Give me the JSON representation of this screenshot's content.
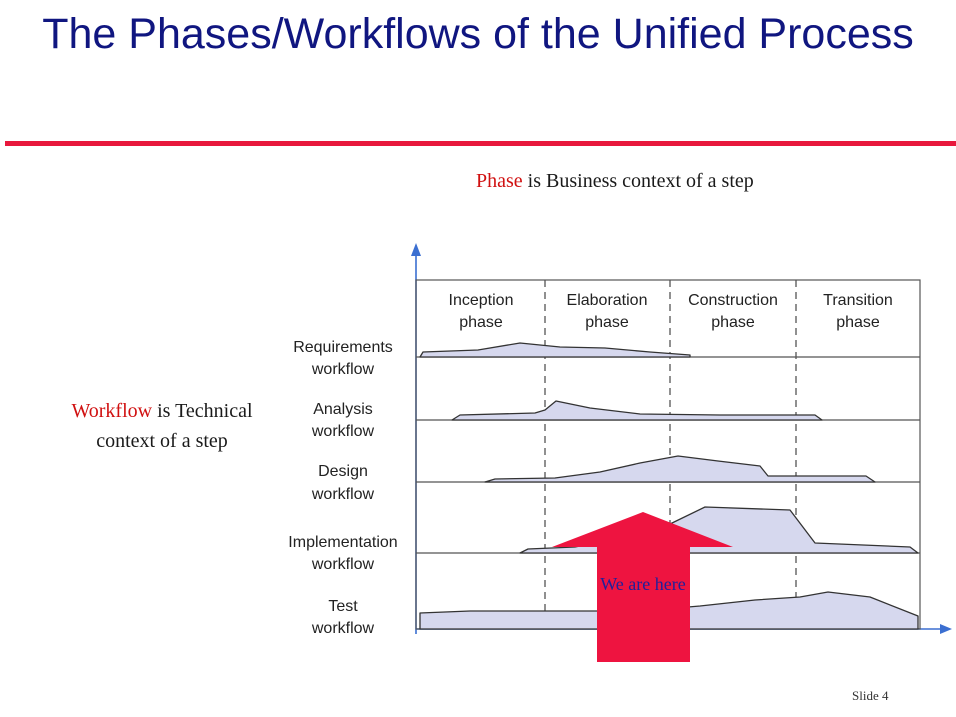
{
  "title": "The Phases/Workflows of the Unified Process",
  "phase_note": {
    "term": "Phase",
    "rest": " is Business context of a step"
  },
  "workflow_note": {
    "term": "Workflow",
    "rest": " is Technical context of a step"
  },
  "phases": [
    {
      "line1": "Inception",
      "line2": "phase"
    },
    {
      "line1": "Elaboration",
      "line2": "phase"
    },
    {
      "line1": "Construction",
      "line2": "phase"
    },
    {
      "line1": "Transition",
      "line2": "phase"
    }
  ],
  "workflows": [
    {
      "line1": "Requirements",
      "line2": "workflow"
    },
    {
      "line1": "Analysis",
      "line2": "workflow"
    },
    {
      "line1": "Design",
      "line2": "workflow"
    },
    {
      "line1": "Implementation",
      "line2": "workflow"
    },
    {
      "line1": "Test",
      "line2": "workflow"
    }
  ],
  "here_marker": {
    "text": "We are here"
  },
  "slide": {
    "label": "Slide",
    "number": "4"
  },
  "colors": {
    "title": "#101680",
    "rule": "#e8183c",
    "arrow": "#ee1440",
    "area_fill": "#d6d8ee",
    "axis": "#3b6fd1"
  }
}
